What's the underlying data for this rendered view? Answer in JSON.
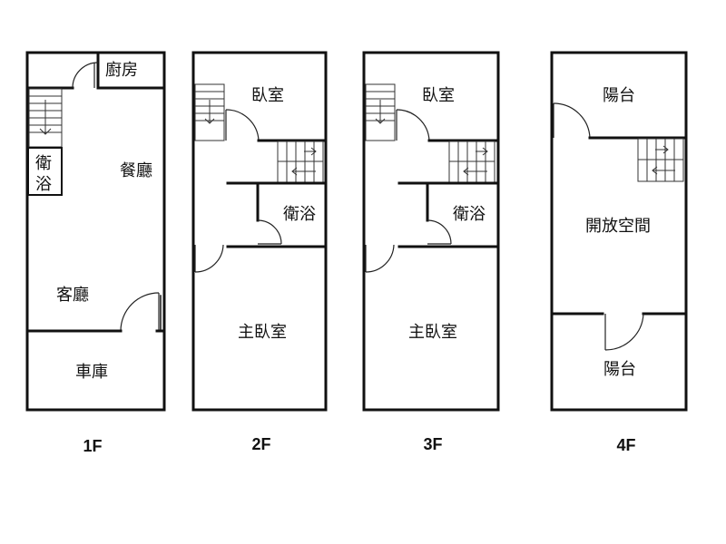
{
  "floors": [
    {
      "label": "1F",
      "rooms": {
        "kitchen": "廚房",
        "bath_a": "衛",
        "bath_b": "浴",
        "dining": "餐廳",
        "living": "客廳",
        "garage": "車庫"
      }
    },
    {
      "label": "2F",
      "rooms": {
        "bedroom": "臥室",
        "bath": "衛浴",
        "master": "主臥室"
      }
    },
    {
      "label": "3F",
      "rooms": {
        "bedroom": "臥室",
        "bath": "衛浴",
        "master": "主臥室"
      }
    },
    {
      "label": "4F",
      "rooms": {
        "balcony_top": "陽台",
        "open_space": "開放空間",
        "balcony_bottom": "陽台"
      }
    }
  ]
}
